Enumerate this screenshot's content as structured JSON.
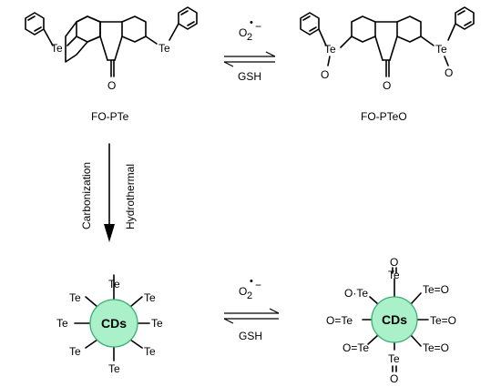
{
  "colors": {
    "cd_fill": "#aaf0c8",
    "cd_stroke": "#3cae72",
    "ink": "#000000"
  },
  "labels": {
    "fo_pte": "FO-PTe",
    "fo_ptEo": "FO-PTeO",
    "te": "Te",
    "o": "O",
    "cds": "CDs",
    "gsh": "GSH",
    "superoxide_o": "O",
    "superoxide_sub": "2",
    "superoxide_dot": "•",
    "superoxide_charge": "−",
    "carbonization": "Carbonization",
    "hydrothermal": "Hydrothermal",
    "o_eq_te": "O=Te",
    "te_eq_o": "Te=O",
    "o_dot_te": "O·Te"
  }
}
